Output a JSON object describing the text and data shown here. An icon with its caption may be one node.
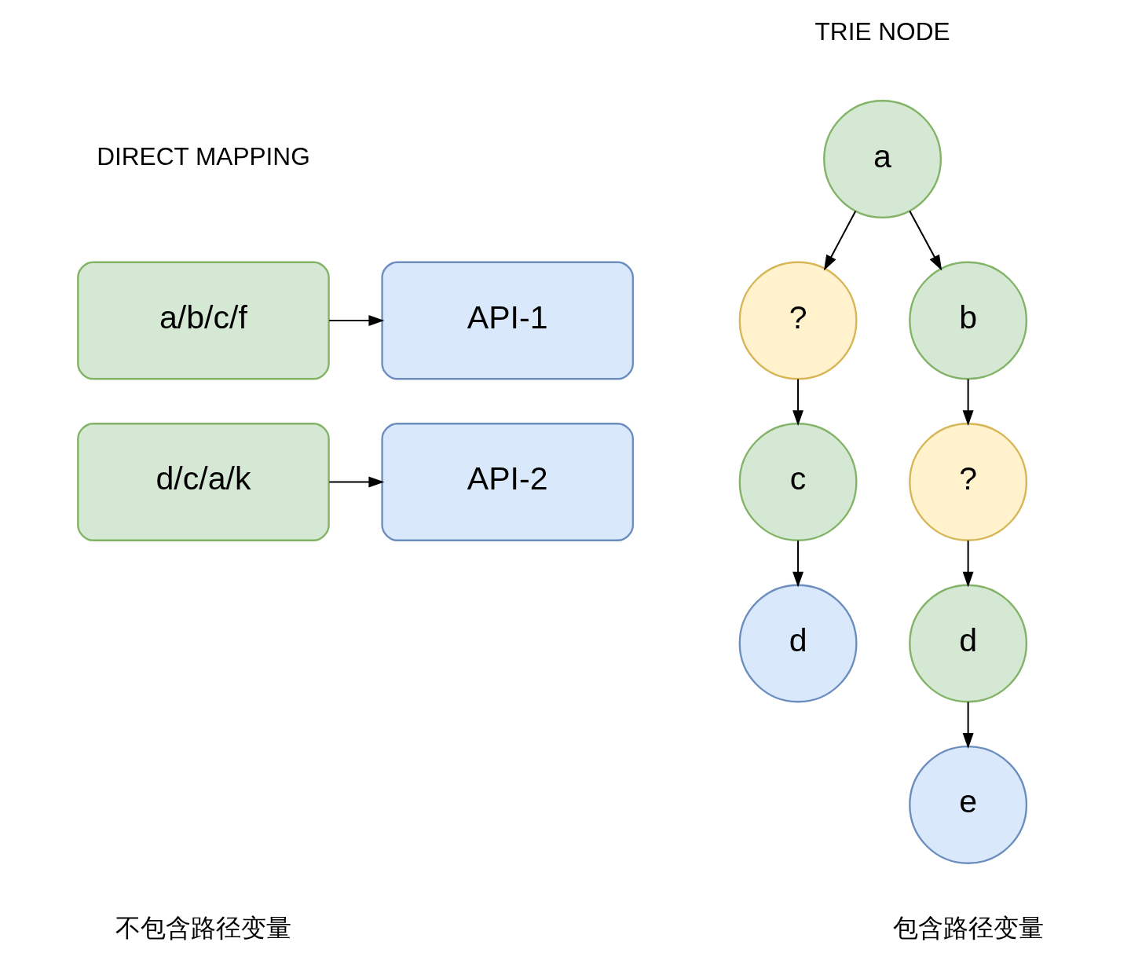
{
  "diagram": {
    "nodes": [
      {
        "text": [
          "a/b/c/f"
        ]
      },
      {
        "text": [
          "API-1"
        ]
      },
      {
        "text": [
          "d/c/a/k"
        ]
      },
      {
        "text": [
          "API-2"
        ]
      },
      {
        "text": [
          "a"
        ]
      },
      {
        "text": [
          "?"
        ]
      },
      {
        "text": [
          "b"
        ]
      },
      {
        "text": [
          "c"
        ]
      },
      {
        "text": [
          "?"
        ]
      },
      {
        "text": [
          "d"
        ]
      },
      {
        "text": [
          "d"
        ]
      },
      {
        "text": [
          "e"
        ]
      }
    ],
    "edges": [
      {
        "from": 0,
        "to": 1,
        "arrow": "to"
      },
      {
        "from": 2,
        "to": 3,
        "arrow": "to"
      },
      {
        "from": 4,
        "to": 5,
        "arrow": "to"
      },
      {
        "from": 4,
        "to": 6,
        "arrow": "to"
      },
      {
        "from": 5,
        "to": 7,
        "arrow": "to"
      },
      {
        "from": 7,
        "to": 9,
        "arrow": "to"
      },
      {
        "from": 6,
        "to": 8,
        "arrow": "to"
      },
      {
        "from": 8,
        "to": 10,
        "arrow": "to"
      },
      {
        "from": 10,
        "to": 11,
        "arrow": "to"
      }
    ],
    "labels": [
      "TRIE NODE",
      "DIRECT MAPPING",
      "不包含路径变量",
      "包含路径变量"
    ]
  }
}
